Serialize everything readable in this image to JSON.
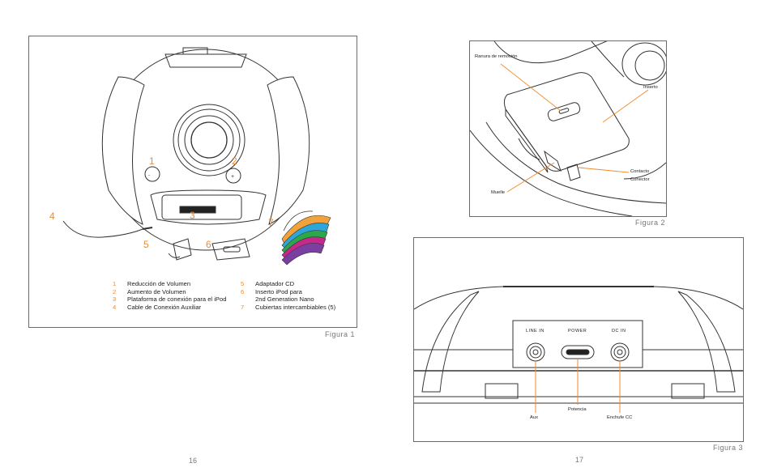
{
  "figure1": {
    "caption": "Figura 1",
    "callouts": [
      "1",
      "2",
      "3",
      "4",
      "5",
      "6",
      "7"
    ],
    "legend_left": [
      {
        "n": "1",
        "text": "Reducción de Volumen"
      },
      {
        "n": "2",
        "text": "Aumento de Volumen"
      },
      {
        "n": "3",
        "text": "Plataforma de conexión para el iPod"
      },
      {
        "n": "4",
        "text": "Cable de Conexión Auxiliar"
      }
    ],
    "legend_right": [
      {
        "n": "5",
        "text": "Adaptador CD"
      },
      {
        "n": "6",
        "text": "Inserto iPod para"
      },
      {
        "n": "",
        "text": "2nd Generation Nano"
      },
      {
        "n": "7",
        "text": "Cubiertas intercambiables (5)"
      }
    ]
  },
  "figure2": {
    "caption": "Figura 2",
    "labels": {
      "ranura": "Ranura de remoción",
      "inserto": "Inserto",
      "muelle": "Muelle",
      "contacto": "Contacto",
      "conector": "Conector"
    }
  },
  "figure3": {
    "caption": "Figura 3",
    "panel": {
      "line_in": "LINE IN",
      "power": "POWER",
      "dc_in": "DC IN"
    },
    "labels": {
      "aux": "Aux",
      "potencia": "Potencia",
      "enchufe": "Enchufe CC"
    }
  },
  "pages": {
    "left": "16",
    "right": "17"
  },
  "colors": {
    "accent": "#f08a2c",
    "line": "#333333",
    "cover_colors": [
      "#c52a8a",
      "#2ca84a",
      "#2fa6d8",
      "#7a3fa0",
      "#f2a13b"
    ]
  }
}
